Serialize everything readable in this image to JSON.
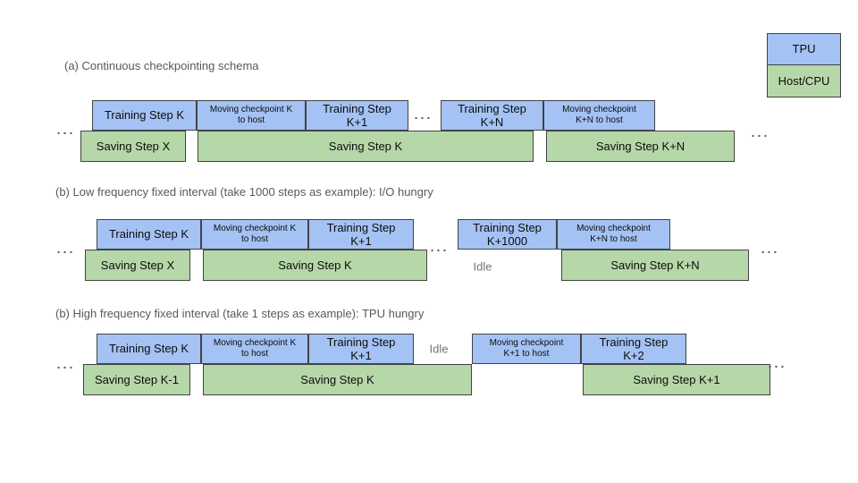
{
  "colors": {
    "tpu_fill": "#a4c2f4",
    "host_fill": "#b6d7a8",
    "border": "#434343"
  },
  "ellipsis": "...",
  "legend": {
    "tpu": "TPU",
    "host_cpu": "Host/CPU"
  },
  "sections": {
    "a": {
      "heading": "(a) Continuous checkpointing schema",
      "tpu": [
        "Training Step K",
        "Moving checkpoint K\nto host",
        "Training Step\nK+1",
        "Training Step\nK+N",
        "Moving checkpoint\nK+N to host"
      ],
      "host": [
        "Saving Step X",
        "Saving Step K",
        "Saving Step K+N"
      ]
    },
    "b": {
      "heading": "(b) Low frequency fixed interval (take 1000 steps as example): I/O hungry",
      "tpu": [
        "Training Step K",
        "Moving checkpoint K\nto host",
        "Training Step\nK+1",
        "Training Step\nK+1000",
        "Moving checkpoint\nK+N to host"
      ],
      "idle": "Idle",
      "host": [
        "Saving Step X",
        "Saving Step K",
        "Saving Step K+N"
      ]
    },
    "c": {
      "heading": "(b) High frequency fixed interval (take 1 steps as example): TPU hungry",
      "tpu": [
        "Training Step K",
        "Moving checkpoint K\nto host",
        "Training Step\nK+1",
        "Moving checkpoint\nK+1 to host",
        "Training Step\nK+2"
      ],
      "idle": "Idle",
      "host": [
        "Saving Step K-1",
        "Saving Step K",
        "Saving Step K+1"
      ]
    }
  }
}
